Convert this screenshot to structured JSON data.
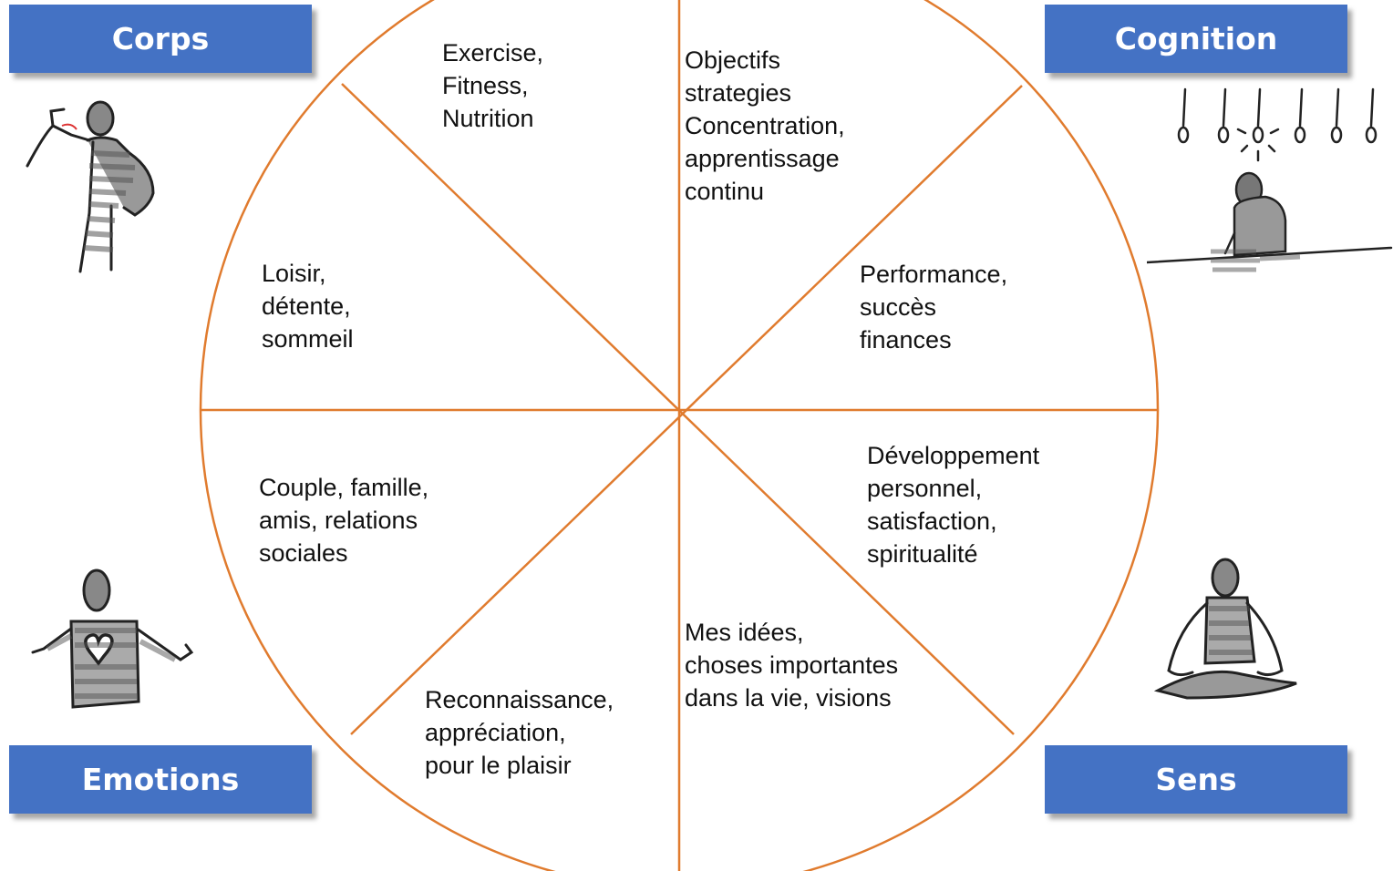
{
  "categories": {
    "corps": "Corps",
    "cognition": "Cognition",
    "emotions": "Emotions",
    "sens": "Sens"
  },
  "segments": [
    "Exercise,\nFitness,\nNutrition",
    "Objectifs\nstrategies\nConcentration,\napprentissage\ncontinu",
    "Performance,\nsuccès\nfinances",
    "Développement\npersonnel,\nsatisfaction,\nspiritualité",
    "Mes  idées,\nchoses importantes\ndans la vie, visions",
    "Reconnaissance,\nappréciation,\npour le plaisir",
    "Couple, famille,\namis, relations\nsociales",
    "Loisir,\ndétente,\nsommeil"
  ],
  "colors": {
    "wheel_line": "#e07b2e",
    "box_fill": "#4472c4",
    "box_text": "#ffffff"
  },
  "icons": {
    "corps": "flexing-person-icon",
    "cognition": "thinking-person-lightbulbs-icon",
    "emotions": "person-heart-thumbs-up-icon",
    "sens": "meditating-person-icon"
  }
}
